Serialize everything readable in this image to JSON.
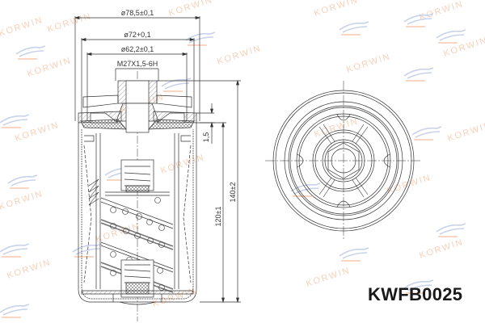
{
  "part_number": "KWFB0025",
  "watermark": {
    "text": "KORWIN",
    "text_color": "#f6c9ad",
    "logo_color": "#c9d2ea"
  },
  "dimensions": {
    "outer_diameter": "ø78,5±0,1",
    "gasket_outer_diameter": "ø72+0,1",
    "gasket_inner_diameter": "ø62,2±0,1",
    "thread": "M27X1,5-6H",
    "gasket_height": "1,5",
    "body_height": "120±1",
    "total_height": "140±2"
  },
  "views": {
    "left": "section view (side)",
    "right": "top view (end)"
  },
  "colors": {
    "line": "#333333",
    "hatch": "#555555",
    "background": "#ffffff"
  }
}
